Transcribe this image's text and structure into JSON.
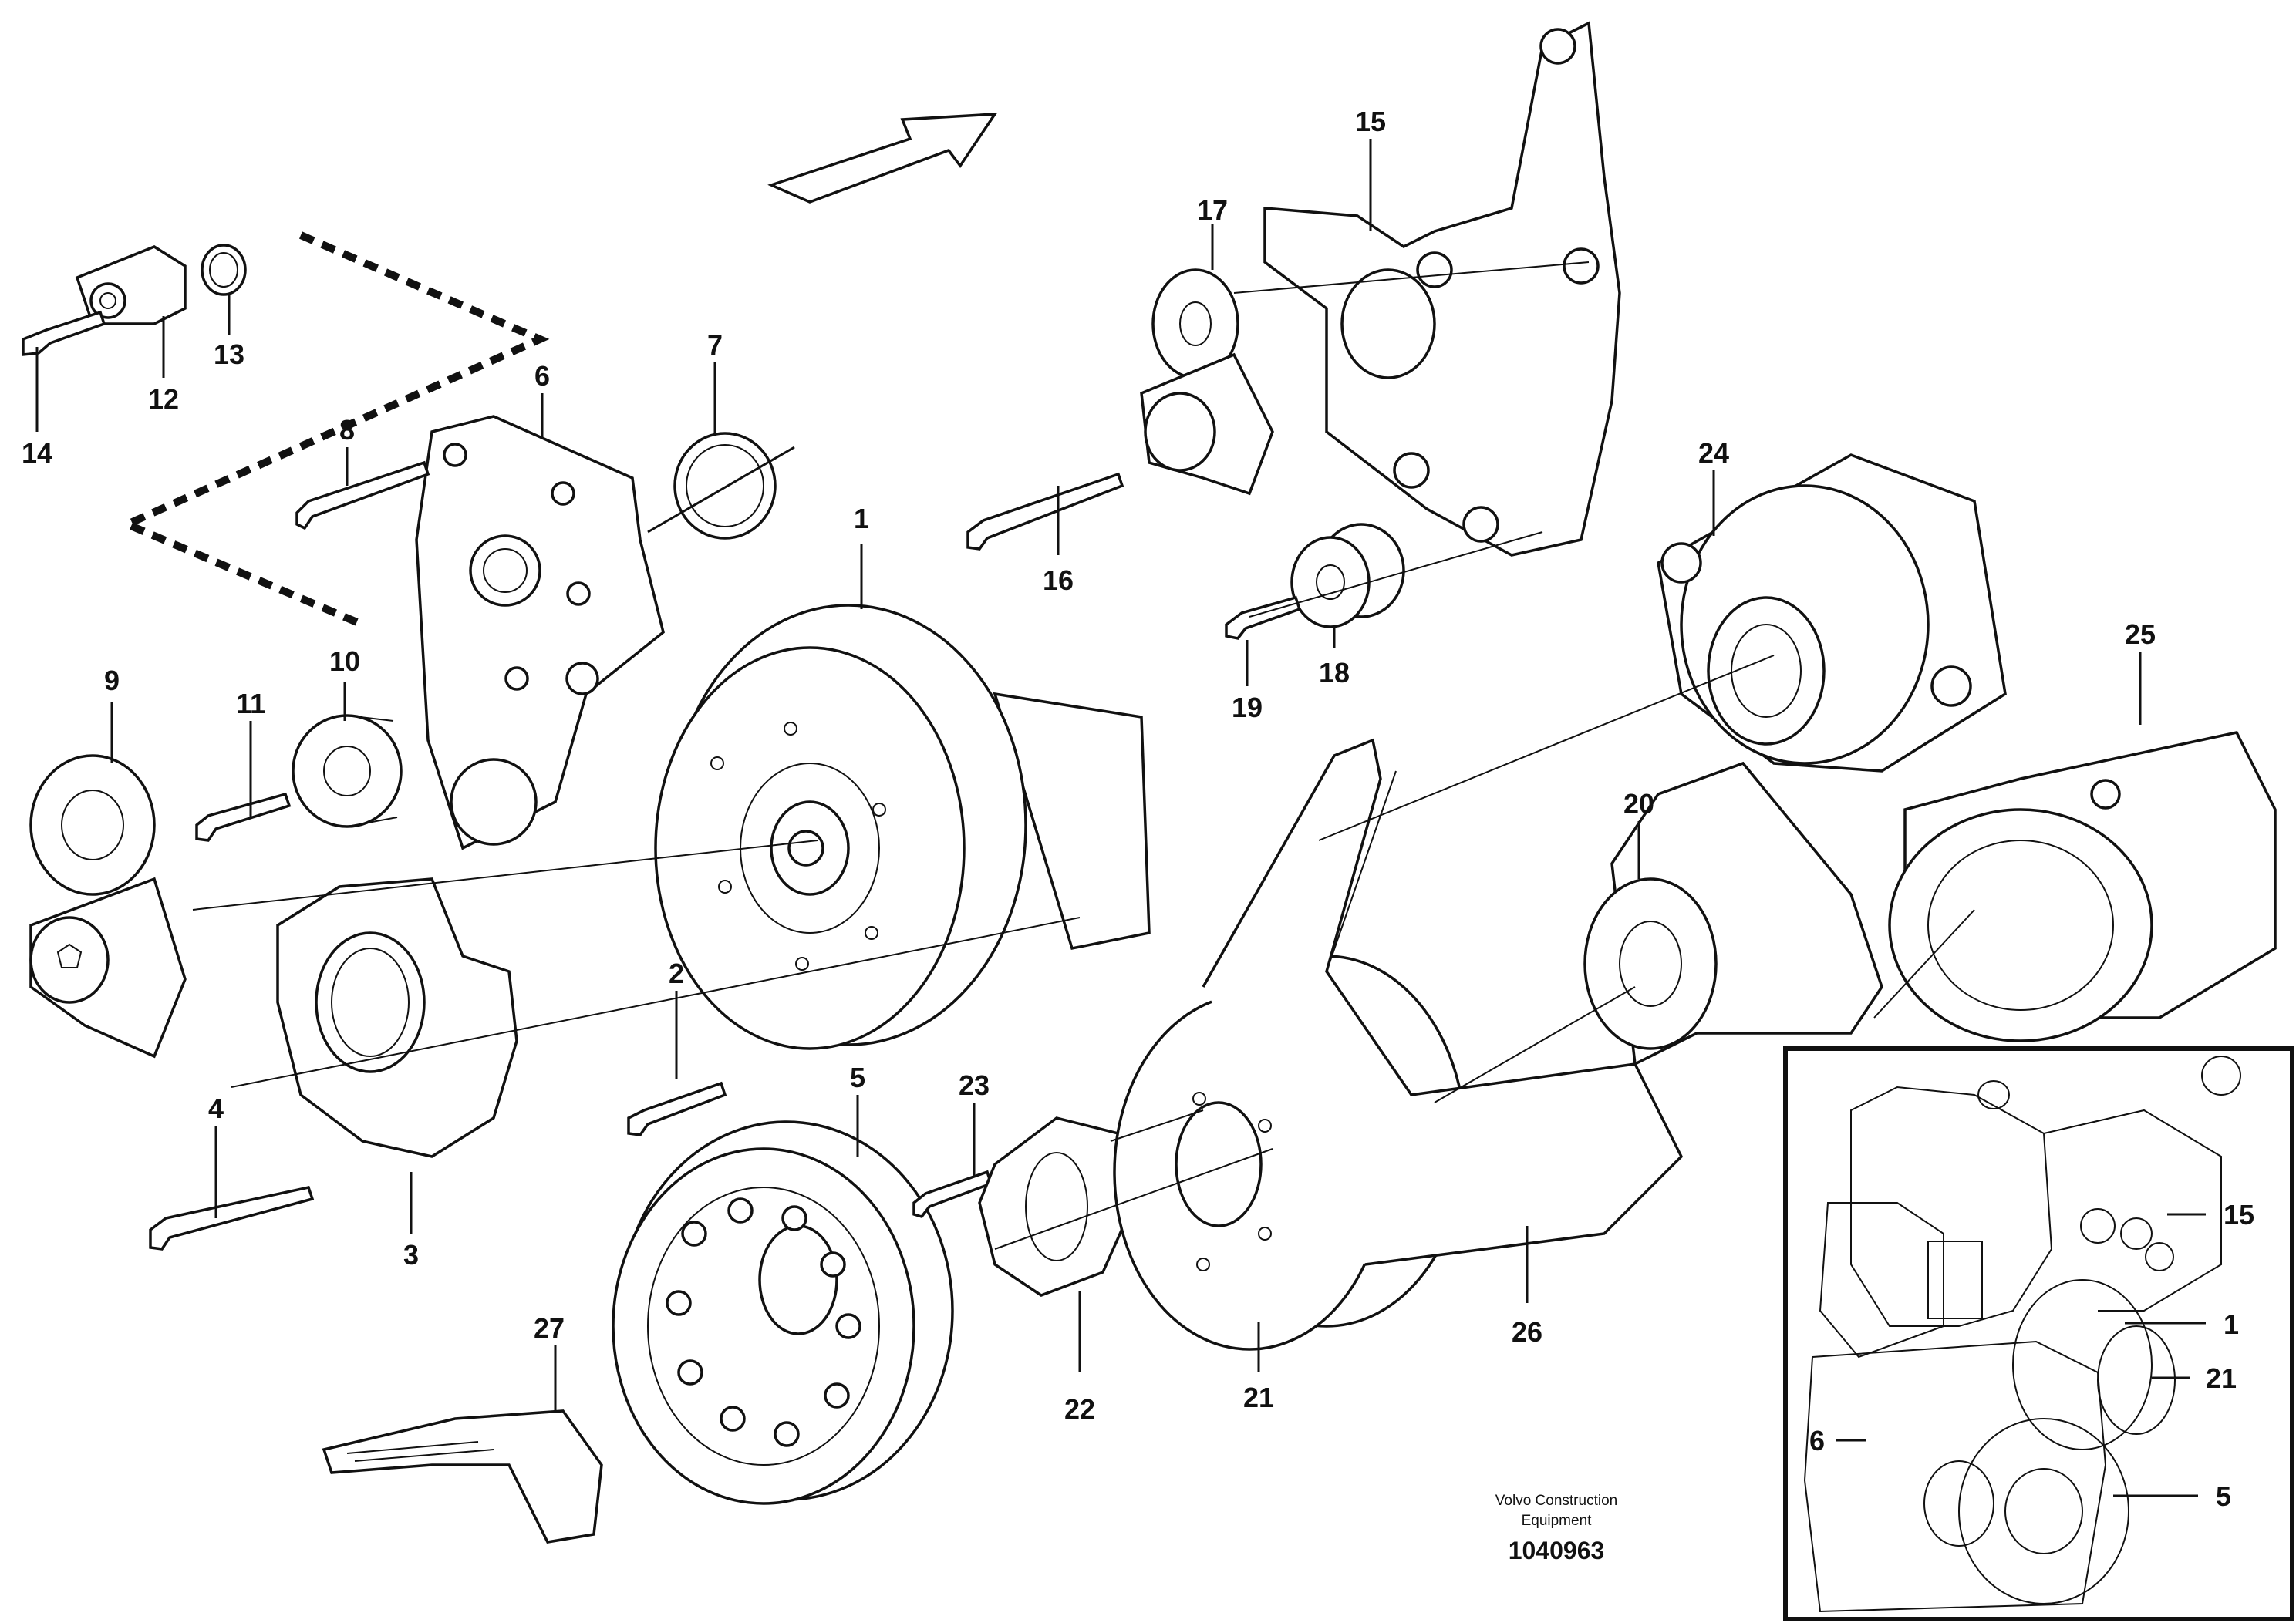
{
  "callouts": [
    {
      "id": "c1",
      "text": "1"
    },
    {
      "id": "c2",
      "text": "2"
    },
    {
      "id": "c3",
      "text": "3"
    },
    {
      "id": "c4",
      "text": "4"
    },
    {
      "id": "c5",
      "text": "5"
    },
    {
      "id": "c6",
      "text": "6"
    },
    {
      "id": "c7",
      "text": "7"
    },
    {
      "id": "c8",
      "text": "8"
    },
    {
      "id": "c9",
      "text": "9"
    },
    {
      "id": "c10",
      "text": "10"
    },
    {
      "id": "c11",
      "text": "11"
    },
    {
      "id": "c12",
      "text": "12"
    },
    {
      "id": "c13",
      "text": "13"
    },
    {
      "id": "c14",
      "text": "14"
    },
    {
      "id": "c15",
      "text": "15"
    },
    {
      "id": "c16",
      "text": "16"
    },
    {
      "id": "c17",
      "text": "17"
    },
    {
      "id": "c18",
      "text": "18"
    },
    {
      "id": "c19",
      "text": "19"
    },
    {
      "id": "c20",
      "text": "20"
    },
    {
      "id": "c21",
      "text": "21"
    },
    {
      "id": "c22",
      "text": "22"
    },
    {
      "id": "c23",
      "text": "23"
    },
    {
      "id": "c24",
      "text": "24"
    },
    {
      "id": "c25",
      "text": "25"
    },
    {
      "id": "c26",
      "text": "26"
    },
    {
      "id": "c27",
      "text": "27"
    }
  ],
  "inset": {
    "labels": [
      "15",
      "1",
      "21",
      "6",
      "5"
    ]
  },
  "credit": {
    "line1": "Volvo Construction",
    "line2": "Equipment",
    "drawing_number": "1040963"
  }
}
